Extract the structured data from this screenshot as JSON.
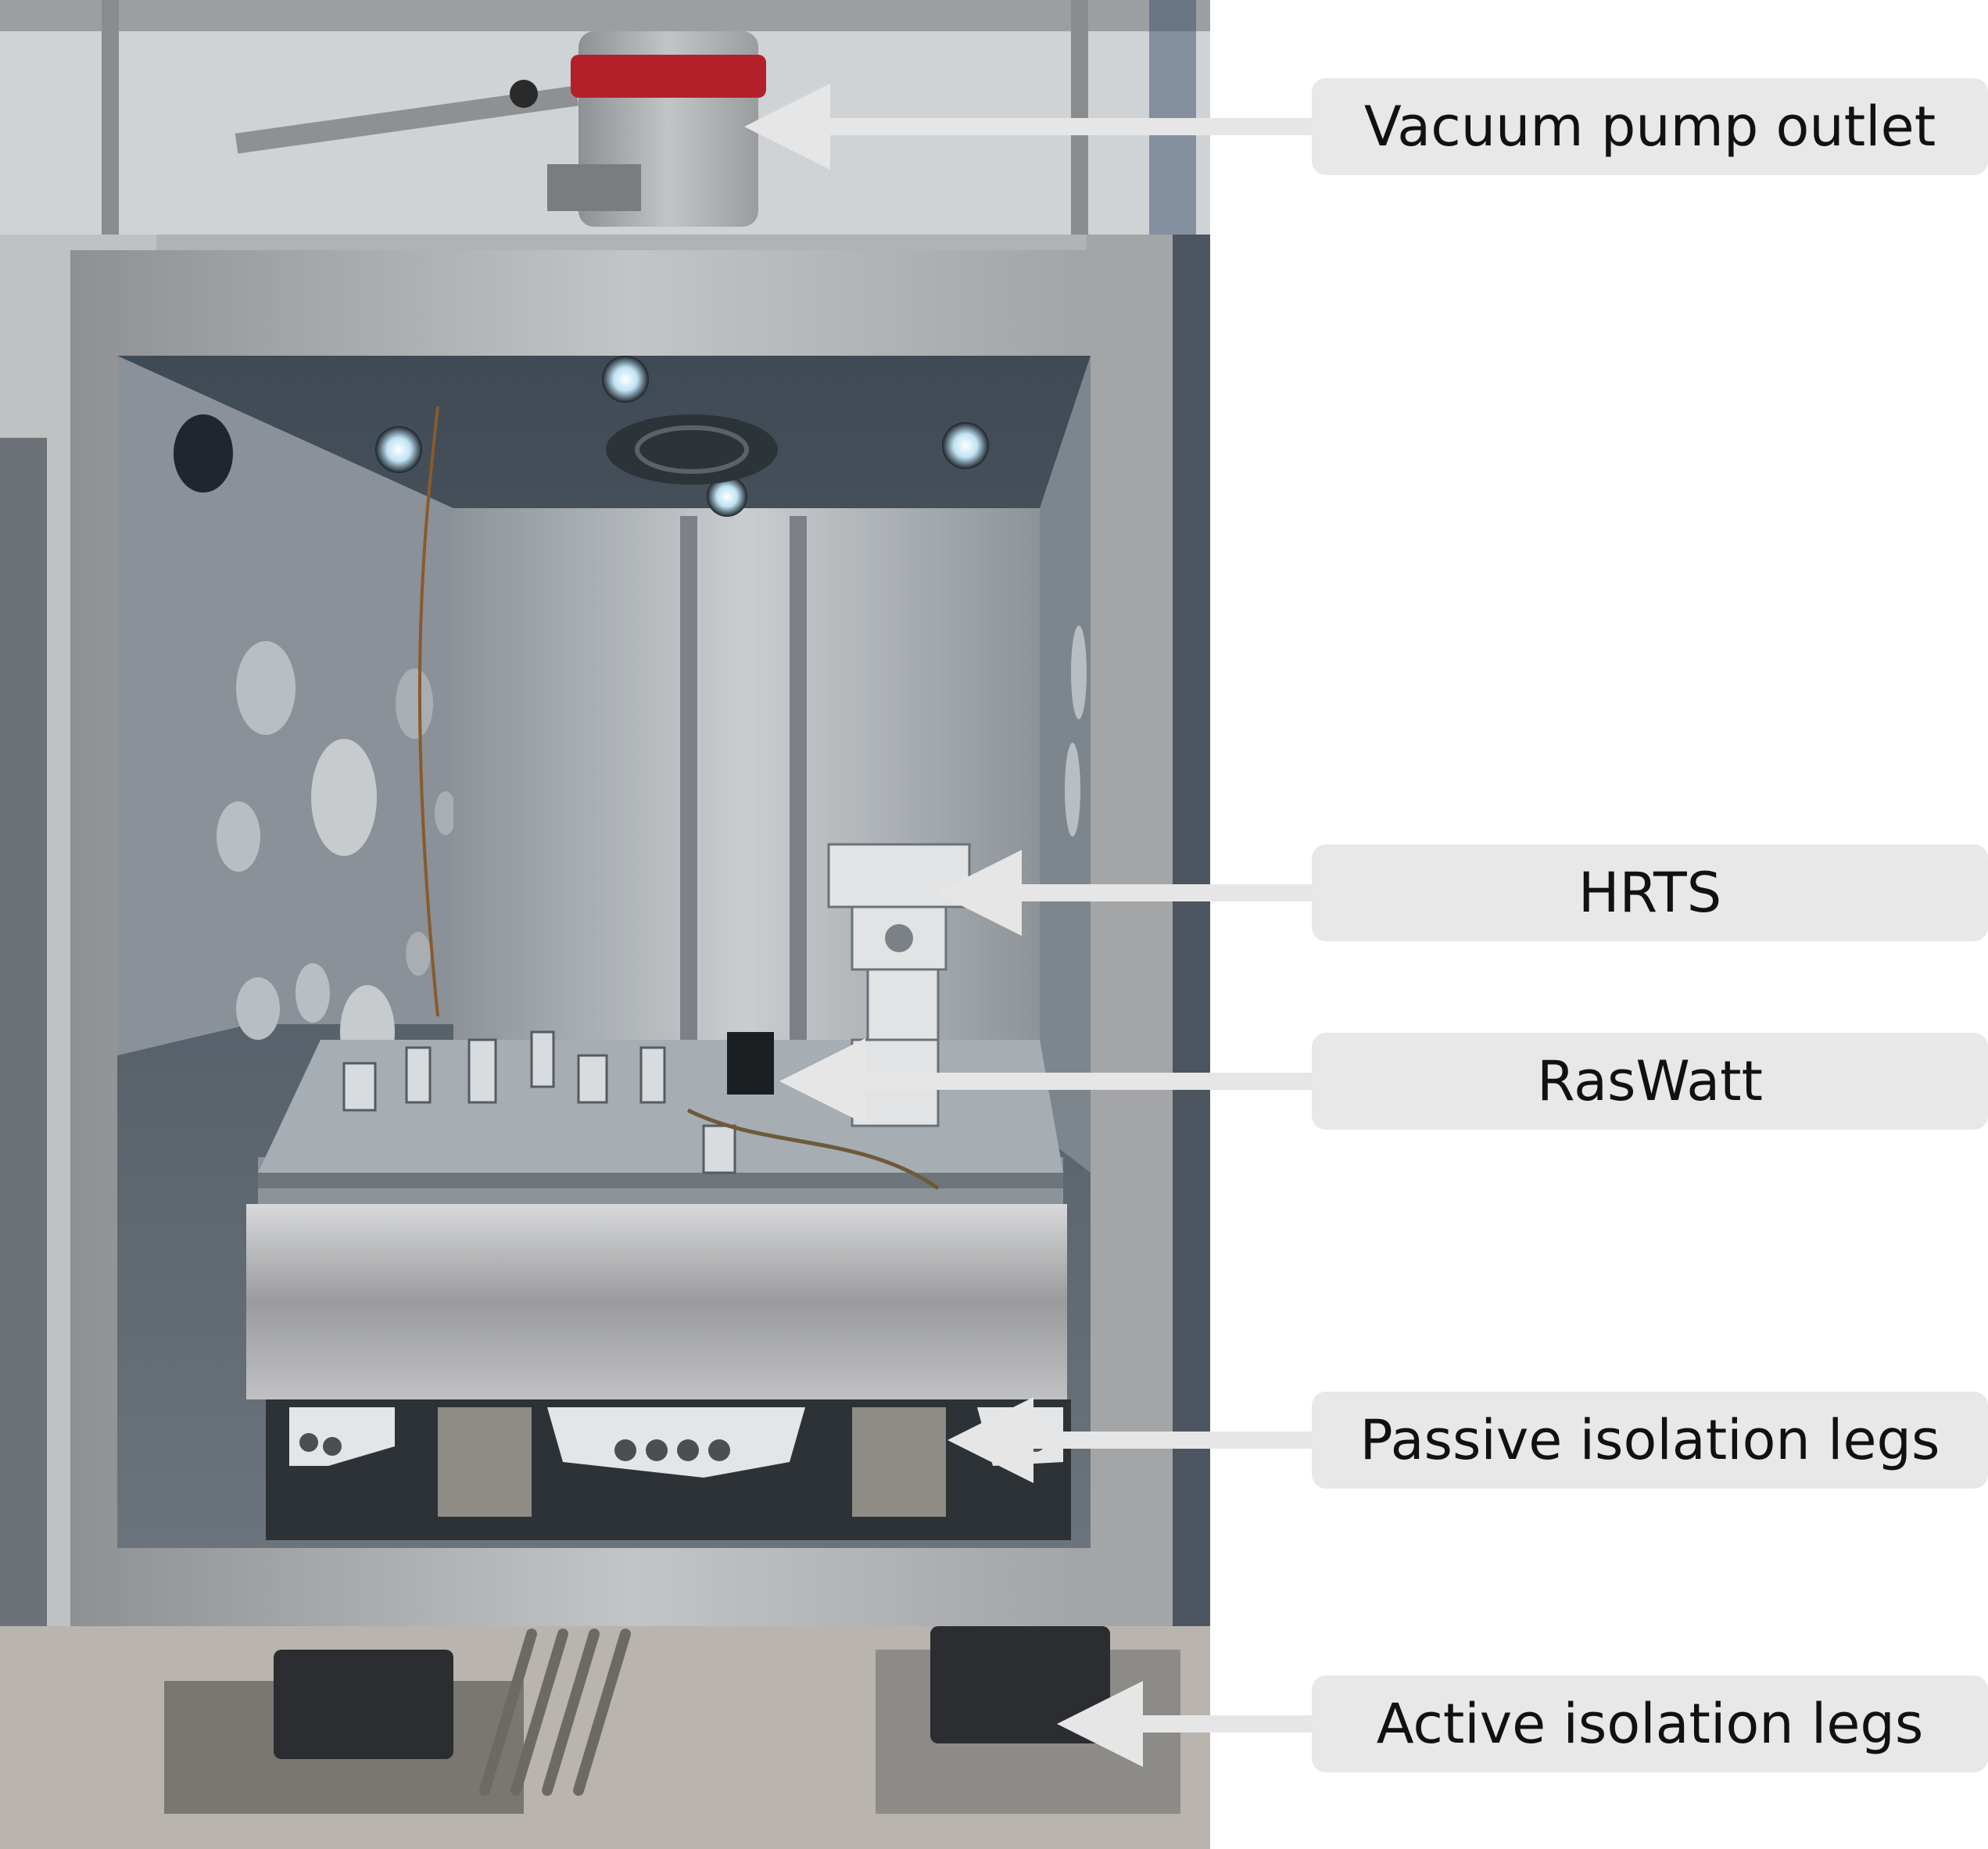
{
  "photo": {
    "subject": "opened vacuum chamber with optical bench and isolation legs",
    "colors": {
      "chamber_steel": "#a7a9ab",
      "interior": "#5c6670",
      "floor": "#b7b3ad",
      "pump_red": "#b3202a"
    }
  },
  "callouts": [
    {
      "id": "vacuum-pump-outlet",
      "label": "Vacuum pump outlet"
    },
    {
      "id": "hrts",
      "label": "HRTS"
    },
    {
      "id": "raswatt",
      "label": "RasWatt"
    },
    {
      "id": "passive-isolation-legs",
      "label": "Passive isolation legs"
    },
    {
      "id": "active-isolation-legs",
      "label": "Active isolation legs"
    }
  ],
  "style": {
    "label_bg": "#e8e8e8",
    "arrow_color": "#e6e6e6",
    "text_color": "#111111"
  }
}
